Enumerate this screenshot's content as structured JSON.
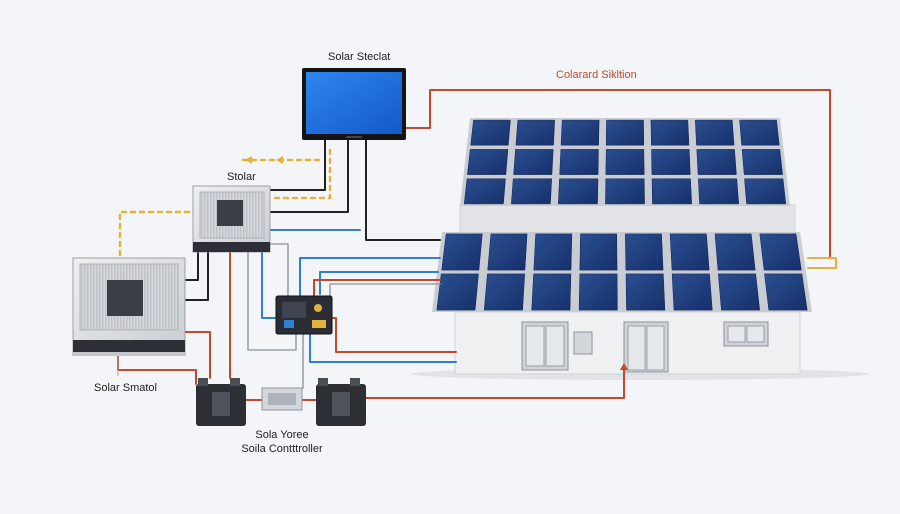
{
  "labels": {
    "monitor": "Solar Steclat",
    "inverter_small": "Stolar",
    "connection": "Colarard Sikltion",
    "inverter_large": "Solar Smatol",
    "battery_line1": "Sola Yoree",
    "battery_line2": "Soila Contttroller"
  },
  "colors": {
    "background": "#f4f5f8",
    "panel_cell": "#1f3a73",
    "panel_frame": "#c9cdd3",
    "monitor_screen": "#1e6fe0",
    "wire_red": "#c24a2c",
    "wire_blue": "#2f7ed8",
    "wire_black": "#222222",
    "wire_gray": "#9aa1aa",
    "wire_yellow": "#e2b23c"
  }
}
